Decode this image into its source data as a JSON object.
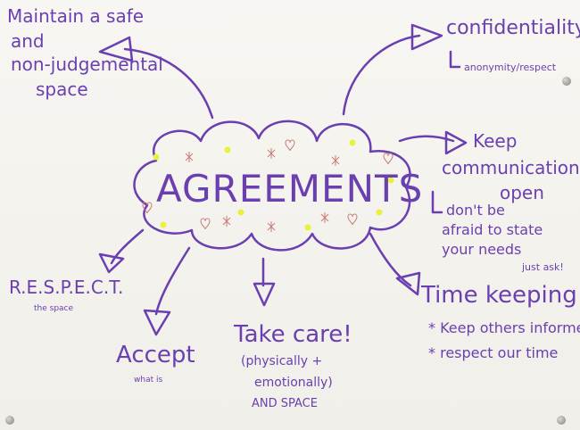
{
  "title": "AGREEMENTS",
  "topics": {
    "safe_space": {
      "lines": [
        "Maintain a safe",
        "and",
        "non-judgemental",
        "space"
      ]
    },
    "confidentiality": {
      "label": "confidentiality",
      "sub": "anonymity/respect"
    },
    "communication": {
      "label": [
        "Keep",
        "communication",
        "open"
      ],
      "sub": [
        "don't be",
        "afraid to state",
        "your needs"
      ],
      "note": "just ask!"
    },
    "respect": {
      "label": "R.E.S.P.E.C.T.",
      "sub": "the space"
    },
    "accept": {
      "label": "Accept",
      "sub": "what is"
    },
    "take_care": {
      "label": "Take care!",
      "sub": [
        "(physically +",
        "emotionally)",
        "AND SPACE"
      ]
    },
    "time_keeping": {
      "label": "Time keeping",
      "bullets": [
        "Keep others informed",
        "respect our time"
      ]
    }
  },
  "colors": {
    "ink": "#6a3fb0",
    "paper": "#f6f3ee",
    "highlight": "#e8f23a",
    "accent": "#c97a7a"
  }
}
